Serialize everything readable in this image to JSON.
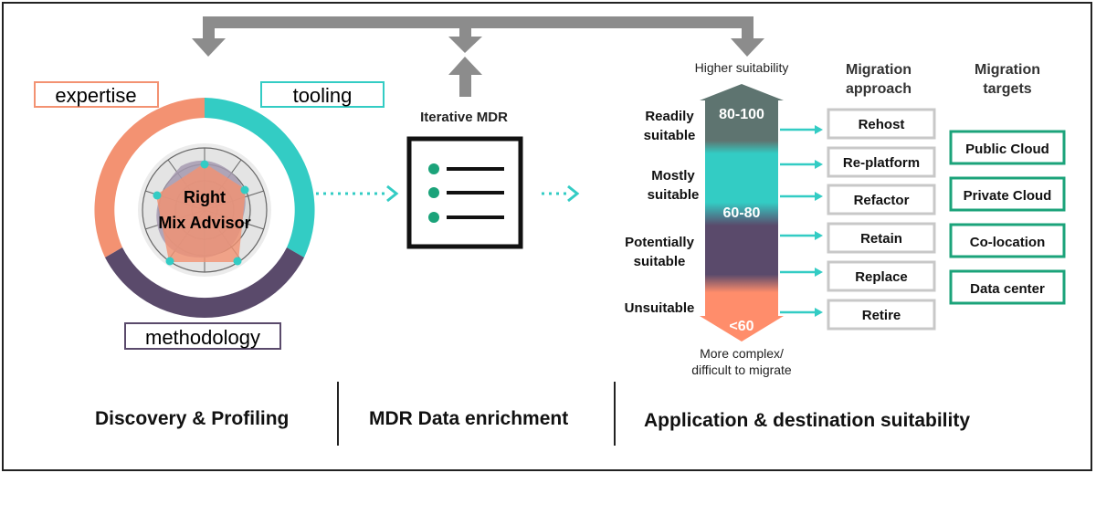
{
  "colors": {
    "expertise": "#F39272",
    "tooling": "#33CCC4",
    "methodology": "#5A4A6B",
    "connector_gray": "#8C8C8C",
    "target_green": "#1BA37A",
    "ready": "#5E7470",
    "unsuitable": "#FF8D6B"
  },
  "advisor": {
    "labels": {
      "expertise": "expertise",
      "tooling": "tooling",
      "methodology": "methodology"
    },
    "center_line1": "Right",
    "center_line2": "Mix Advisor"
  },
  "mdr": {
    "title": "Iterative MDR",
    "icon": "checklist-document-icon"
  },
  "suitability": {
    "top_label": "Higher suitability",
    "bottom_label_line1": "More complex/",
    "bottom_label_line2": "difficult to migrate",
    "bands": [
      {
        "line1": "Readily",
        "line2": "suitable",
        "score": "80-100"
      },
      {
        "line1": "Mostly",
        "line2": "suitable",
        "score": "60-80"
      },
      {
        "line1": "Potentially",
        "line2": "suitable",
        "score": ""
      },
      {
        "line1": "Unsuitable",
        "line2": "",
        "score": "<60"
      }
    ]
  },
  "approach": {
    "header_line1": "Migration",
    "header_line2": "approach",
    "items": [
      "Rehost",
      "Re-platform",
      "Refactor",
      "Retain",
      "Replace",
      "Retire"
    ]
  },
  "targets": {
    "header_line1": "Migration",
    "header_line2": "targets",
    "items": [
      "Public Cloud",
      "Private Cloud",
      "Co-location",
      "Data center"
    ]
  },
  "footer": {
    "discovery": "Discovery & Profiling",
    "enrichment": "MDR Data enrichment",
    "suitability": "Application & destination suitability"
  }
}
